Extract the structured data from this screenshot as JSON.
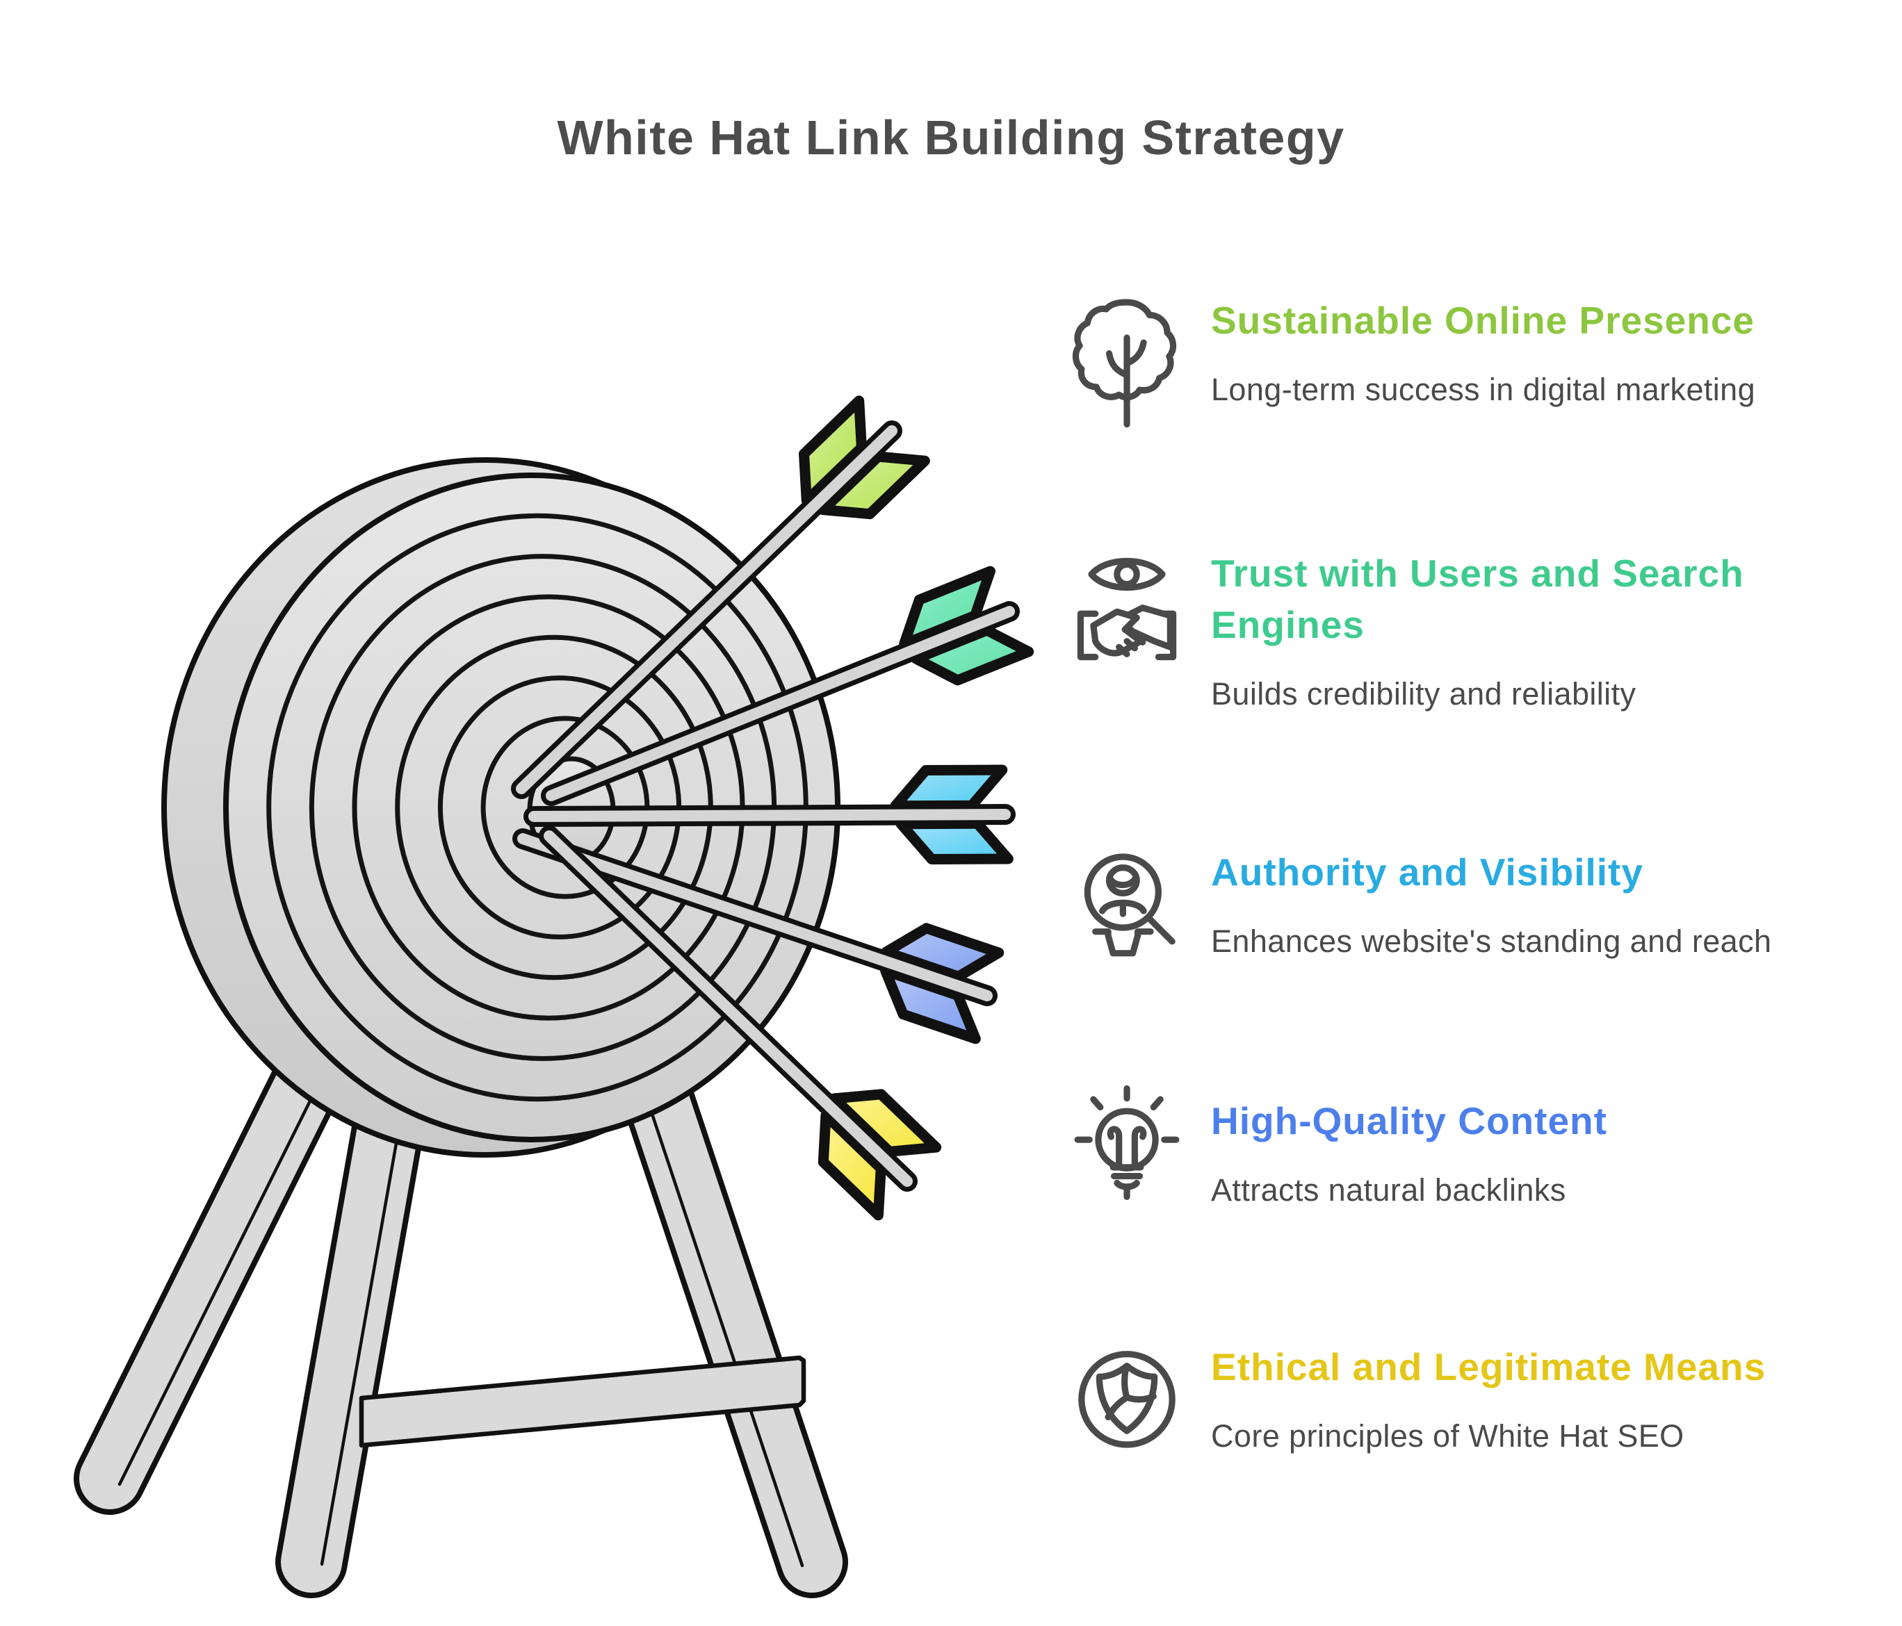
{
  "title": "White Hat Link Building Strategy",
  "items": [
    {
      "icon": "tree-icon",
      "heading": "Sustainable Online Presence",
      "description": "Long-term success in digital marketing",
      "color": "#8dc63f"
    },
    {
      "icon": "eye-handshake-icon",
      "heading": "Trust with Users and Search Engines",
      "description": "Builds credibility and reliability",
      "color": "#3fcb8e"
    },
    {
      "icon": "person-magnifier-icon",
      "heading": "Authority and Visibility",
      "description": "Enhances website's standing and reach",
      "color": "#29abe2"
    },
    {
      "icon": "lightbulb-icon",
      "heading": "High-Quality Content",
      "description": "Attracts natural backlinks",
      "color": "#4d7fec"
    },
    {
      "icon": "shield-icon",
      "heading": "Ethical and Legitimate Means",
      "description": "Core principles of White Hat SEO",
      "color": "#e5c617"
    }
  ],
  "illustration": {
    "type": "archery-target-with-five-arrows",
    "board_color_top": "#e7e7e7",
    "board_color_bottom": "#cfcfcf",
    "rim_color_top": "#e0e0e0",
    "rim_color_bottom": "#c9c9c9",
    "stand_color": "#dadada",
    "shaft_color": "#d5d5d5",
    "outline_color": "#111111",
    "arrow_colors": [
      {
        "name": "green",
        "light": "#d8f09b",
        "dark": "#b2e24d"
      },
      {
        "name": "teal",
        "light": "#8feec8",
        "dark": "#5cdfa4"
      },
      {
        "name": "cyan",
        "light": "#9fe3fa",
        "dark": "#52cbf2"
      },
      {
        "name": "blue",
        "light": "#b6c6f7",
        "dark": "#7d9ff0"
      },
      {
        "name": "yellow",
        "light": "#fcf492",
        "dark": "#f7e63c"
      }
    ]
  }
}
